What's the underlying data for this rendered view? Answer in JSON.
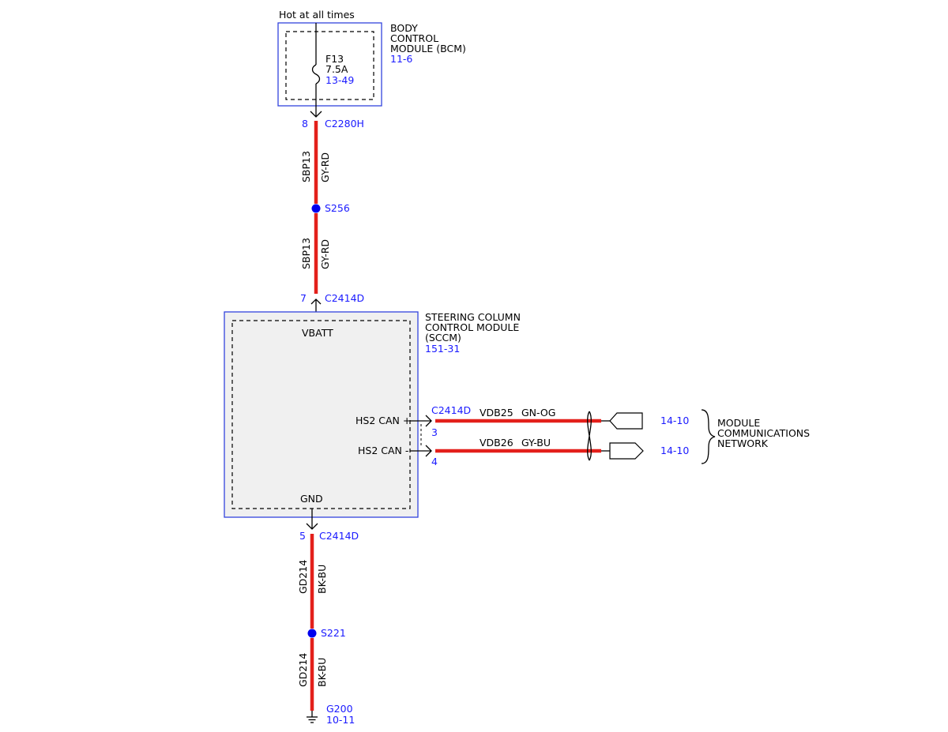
{
  "colors": {
    "wire": "#e3201b",
    "reference_text": "#1a1aff",
    "module_border": "#3344dd",
    "module_fill": "#f0f0f0",
    "splice_dot": "#0000ee"
  },
  "power_source": {
    "label": "Hot at all times"
  },
  "bcm": {
    "name_lines": [
      "BODY",
      "CONTROL",
      "MODULE (BCM)"
    ],
    "ref": "11-6",
    "fuse": {
      "id": "F13",
      "rating": "7.5A",
      "ref": "13-49"
    },
    "connector": {
      "pin": "8",
      "id": "C2280H"
    }
  },
  "wire_bcm_to_splice": {
    "circuit": "SBP13",
    "color": "GY-RD"
  },
  "splice_top": {
    "id": "S256"
  },
  "wire_splice_to_sccm": {
    "circuit": "SBP13",
    "color": "GY-RD"
  },
  "sccm": {
    "name_lines": [
      "STEERING COLUMN",
      "CONTROL MODULE",
      "(SCCM)"
    ],
    "ref": "151-31",
    "pins": {
      "vbatt": "VBATT",
      "can_plus": "HS2 CAN +",
      "can_minus": "HS2 CAN -",
      "gnd": "GND"
    },
    "power_connector": {
      "pin": "7",
      "id": "C2414D"
    },
    "can_connector": {
      "id": "C2414D",
      "pin_plus": "3",
      "pin_minus": "4"
    },
    "ground_connector": {
      "pin": "5",
      "id": "C2414D"
    }
  },
  "can_wires": [
    {
      "circuit": "VDB25",
      "color": "GN-OG",
      "ref": "14-10"
    },
    {
      "circuit": "VDB26",
      "color": "GY-BU",
      "ref": "14-10"
    }
  ],
  "network": {
    "name_lines": [
      "MODULE",
      "COMMUNICATIONS",
      "NETWORK"
    ]
  },
  "wire_sccm_to_splice": {
    "circuit": "GD214",
    "color": "BK-BU"
  },
  "splice_bottom": {
    "id": "S221"
  },
  "wire_splice_to_ground": {
    "circuit": "GD214",
    "color": "BK-BU"
  },
  "ground": {
    "id": "G200",
    "ref": "10-11"
  }
}
